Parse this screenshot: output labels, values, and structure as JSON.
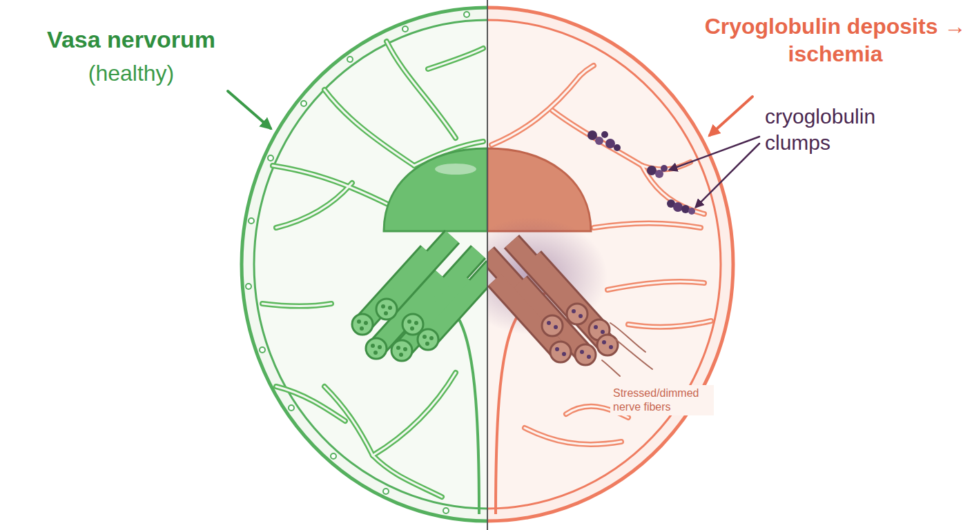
{
  "diagram": {
    "labels": [
      "Vasa nervorum",
      "(healthy)",
      "Cryoglobulin deposits → ischemia",
      "cryoglobulin clumps",
      "Stressed/dimmed nerve fibers"
    ]
  }
}
